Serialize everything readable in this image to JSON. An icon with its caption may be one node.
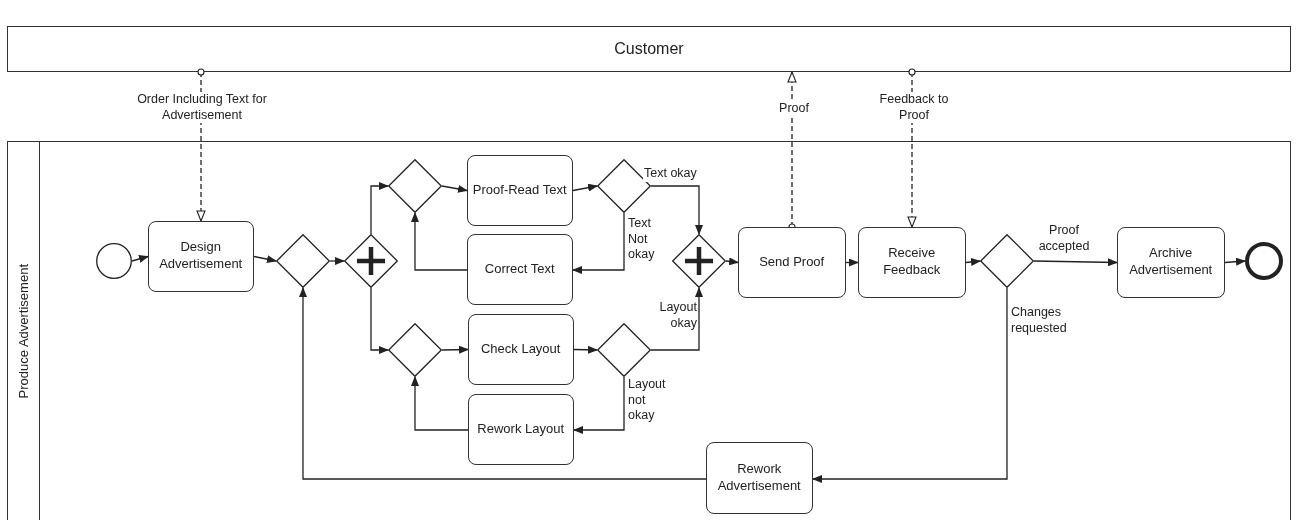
{
  "diagram": {
    "nodes": [
      {
        "text": [
          "Customer"
        ]
      },
      {
        "text": [
          "Produce Advertisement"
        ]
      },
      {
        "text": [],
        "shape": "circle",
        "in": 1
      },
      {
        "text": [
          "Design Advertisement"
        ],
        "in": 1
      },
      {
        "text": [],
        "shape": "diamond",
        "in": 1
      },
      {
        "text": [],
        "shape": "diamond",
        "in": 1
      },
      {
        "text": [],
        "shape": "diamond",
        "in": 1
      },
      {
        "text": [
          "Proof-Read Text"
        ],
        "in": 1
      },
      {
        "text": [],
        "shape": "diamond",
        "in": 1
      },
      {
        "text": [
          "Correct Text"
        ],
        "in": 1
      },
      {
        "text": [],
        "shape": "diamond",
        "in": 1
      },
      {
        "text": [
          "Check Layout"
        ],
        "in": 1
      },
      {
        "text": [],
        "shape": "diamond",
        "in": 1
      },
      {
        "text": [
          "Rework Layout"
        ],
        "in": 1
      },
      {
        "text": [],
        "shape": "diamond",
        "in": 1
      },
      {
        "text": [
          "Send Proof"
        ],
        "in": 1
      },
      {
        "text": [
          "Receive Feedback"
        ],
        "in": 1
      },
      {
        "text": [],
        "shape": "diamond",
        "in": 1
      },
      {
        "text": [
          "Archive Advertisement"
        ],
        "in": 1
      },
      {
        "text": [],
        "shape": "circle",
        "in": 1
      },
      {
        "text": [
          "Rework Advertisement"
        ],
        "in": 1
      }
    ],
    "edges": [
      {
        "from": 0,
        "to": 3,
        "arrow": "to",
        "style": "dashed",
        "label": "Order Including Text for Advertisement"
      },
      {
        "from": 2,
        "to": 3,
        "arrow": "to"
      },
      {
        "from": 3,
        "to": 4,
        "arrow": "to"
      },
      {
        "from": 4,
        "to": 5,
        "arrow": "to"
      },
      {
        "from": 5,
        "to": 6,
        "arrow": "to"
      },
      {
        "from": 5,
        "to": 10,
        "arrow": "to"
      },
      {
        "from": 6,
        "to": 7,
        "arrow": "to"
      },
      {
        "from": 7,
        "to": 8,
        "arrow": "to"
      },
      {
        "from": 8,
        "to": 14,
        "arrow": "to",
        "label": "Text okay"
      },
      {
        "from": 8,
        "to": 9,
        "arrow": "to",
        "label": "Text Not okay"
      },
      {
        "from": 9,
        "to": 6,
        "arrow": "to"
      },
      {
        "from": 10,
        "to": 11,
        "arrow": "to"
      },
      {
        "from": 11,
        "to": 12,
        "arrow": "to"
      },
      {
        "from": 12,
        "to": 14,
        "arrow": "to",
        "label": "Layout okay"
      },
      {
        "from": 12,
        "to": 13,
        "arrow": "to",
        "label": "Layout not okay"
      },
      {
        "from": 13,
        "to": 10,
        "arrow": "to"
      },
      {
        "from": 14,
        "to": 15,
        "arrow": "to"
      },
      {
        "from": 15,
        "to": 16,
        "arrow": "to"
      },
      {
        "from": 16,
        "to": 17,
        "arrow": "to"
      },
      {
        "from": 17,
        "to": 18,
        "arrow": "to",
        "label": "Proof accepted"
      },
      {
        "from": 17,
        "to": 20,
        "arrow": "to",
        "label": "Changes requested"
      },
      {
        "from": 20,
        "to": 4,
        "arrow": "to"
      },
      {
        "from": 18,
        "to": 19,
        "arrow": "to"
      },
      {
        "from": 15,
        "to": 0,
        "arrow": "to",
        "style": "dashed",
        "label": "Proof"
      },
      {
        "from": 0,
        "to": 16,
        "arrow": "to",
        "style": "dashed",
        "label": "Feedback to Proof"
      }
    ]
  }
}
